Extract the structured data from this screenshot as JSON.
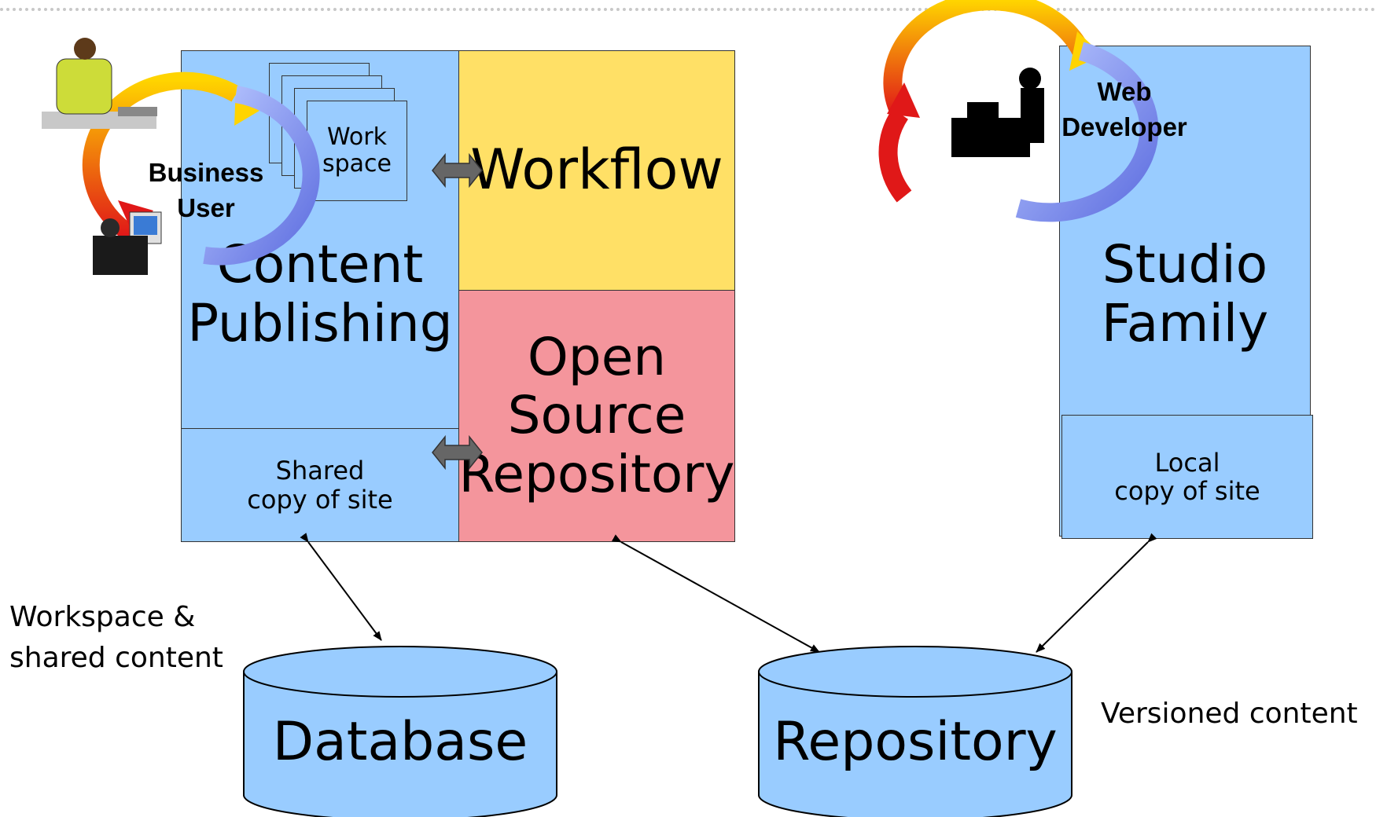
{
  "content_publishing": {
    "title": "Content\nPublishing",
    "workspace_label": "Work\nspace",
    "shared_copy": "Shared\ncopy of site"
  },
  "workflow": {
    "label": "Workflow"
  },
  "open_source_repository": {
    "label": "Open\nSource\nRepository"
  },
  "studio_family": {
    "title": "Studio\nFamily",
    "local_copy": "Local\ncopy of site"
  },
  "roles": {
    "business_user": "Business\nUser",
    "web_developer": "Web\nDeveloper"
  },
  "stores": {
    "database": "Database",
    "repository": "Repository"
  },
  "annotations": {
    "workspace_shared": "Workspace &\nshared content",
    "versioned": "Versioned content"
  },
  "colors": {
    "blue_panel": "#99ccff",
    "workflow_yellow": "#ffe066",
    "repository_pink": "#f4959c",
    "arrow_gray": "#666666"
  }
}
